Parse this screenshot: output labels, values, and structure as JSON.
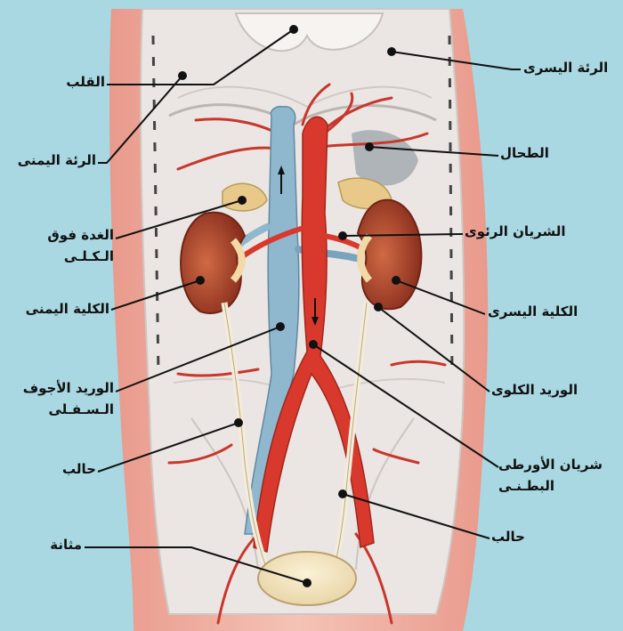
{
  "labels": {
    "heart": "القلب",
    "right_lung": "الرئة اليمنى",
    "adrenal_line1": "الغدة فوق",
    "adrenal_line2": "الـكـلـى",
    "right_kidney": "الكلية اليمنى",
    "ivc_line1": "الوريد الأجوف",
    "ivc_line2": "الـسـفـلى",
    "ureter_left_side": "حالب",
    "bladder": "مثانة",
    "left_lung": "الرئة اليسرى",
    "spleen": "الطحال",
    "renal_artery": "الشريان الرئوى",
    "left_kidney": "الكلية اليسرى",
    "renal_vein": "الوريد الكلوى",
    "aorta_line1": "شريان الأورطى",
    "aorta_line2": "البطـنـى",
    "ureter_right_side": "حالب"
  },
  "colors": {
    "background": "#a9d7e2",
    "skin": "#f2b6a8",
    "body_wall": "#ece6e2",
    "artery": "#d8392c",
    "vein": "#8fb8cf",
    "kidney": "#b0482f",
    "adrenal": "#e8c98a",
    "leader_line": "#111111"
  }
}
